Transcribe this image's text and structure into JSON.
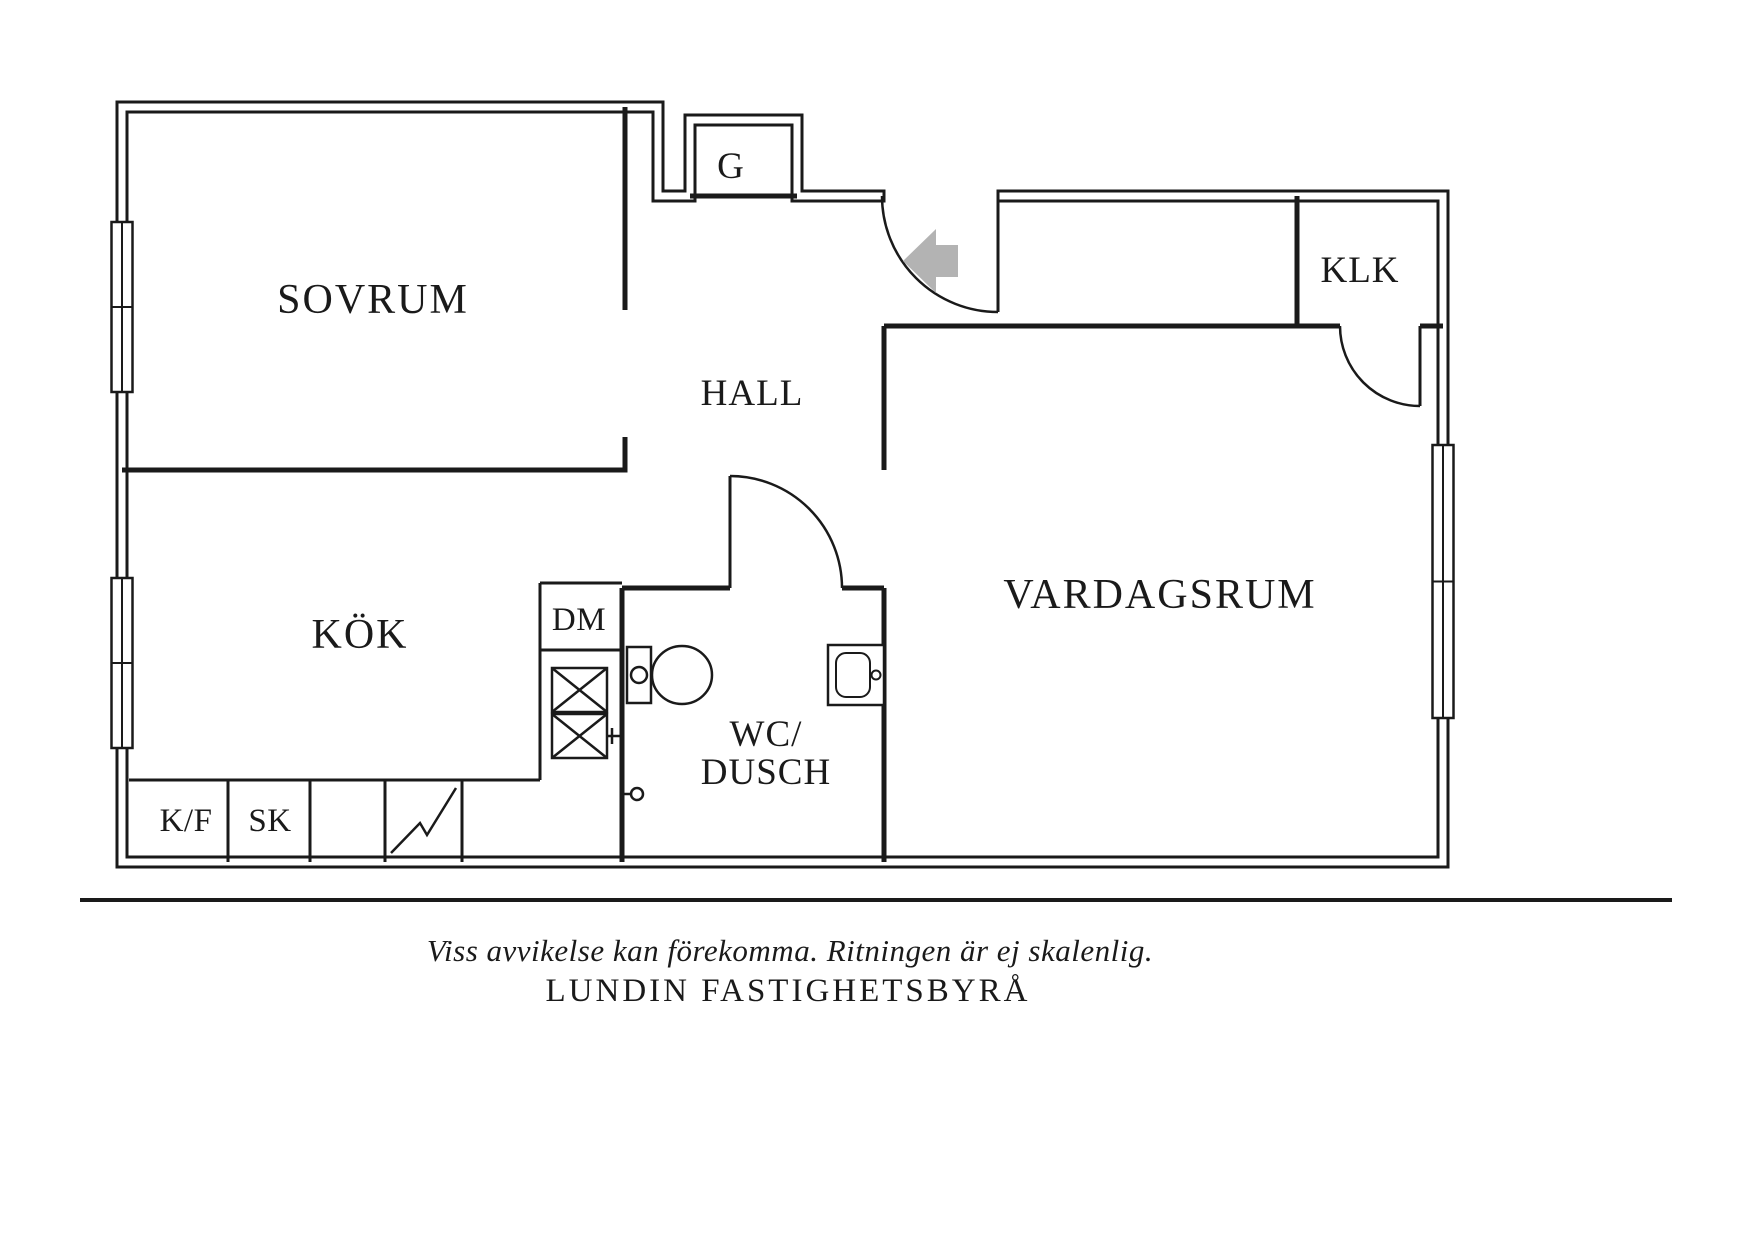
{
  "plan": {
    "rooms": {
      "sovrum": {
        "label": "SOVRUM"
      },
      "hall": {
        "label": "HALL"
      },
      "garderob": {
        "label": "G"
      },
      "klk": {
        "label": "KLK"
      },
      "vardagsrum": {
        "label": "VARDAGSRUM"
      },
      "kok": {
        "label": "KÖK"
      },
      "dm": {
        "label": "DM"
      },
      "wc_line1": "WC/",
      "wc_line2": "DUSCH",
      "kf": {
        "label": "K/F"
      },
      "sk": {
        "label": "SK"
      }
    },
    "colors": {
      "wall": "#1a1a1a",
      "entry_arrow": "#b3b3b3",
      "background": "#ffffff"
    }
  },
  "footer": {
    "disclaimer": "Viss avvikelse kan förekomma. Ritningen är ej skalenlig.",
    "agency": "LUNDIN FASTIGHETSBYRÅ"
  }
}
